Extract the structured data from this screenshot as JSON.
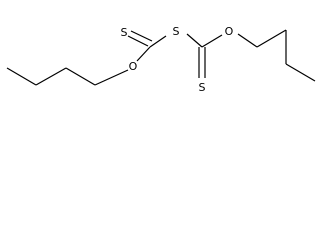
{
  "molecule": {
    "atoms": {
      "s_top": "S",
      "s_bridge": "S",
      "o_left": "O",
      "o_right": "O",
      "s_bottom": "S"
    }
  }
}
